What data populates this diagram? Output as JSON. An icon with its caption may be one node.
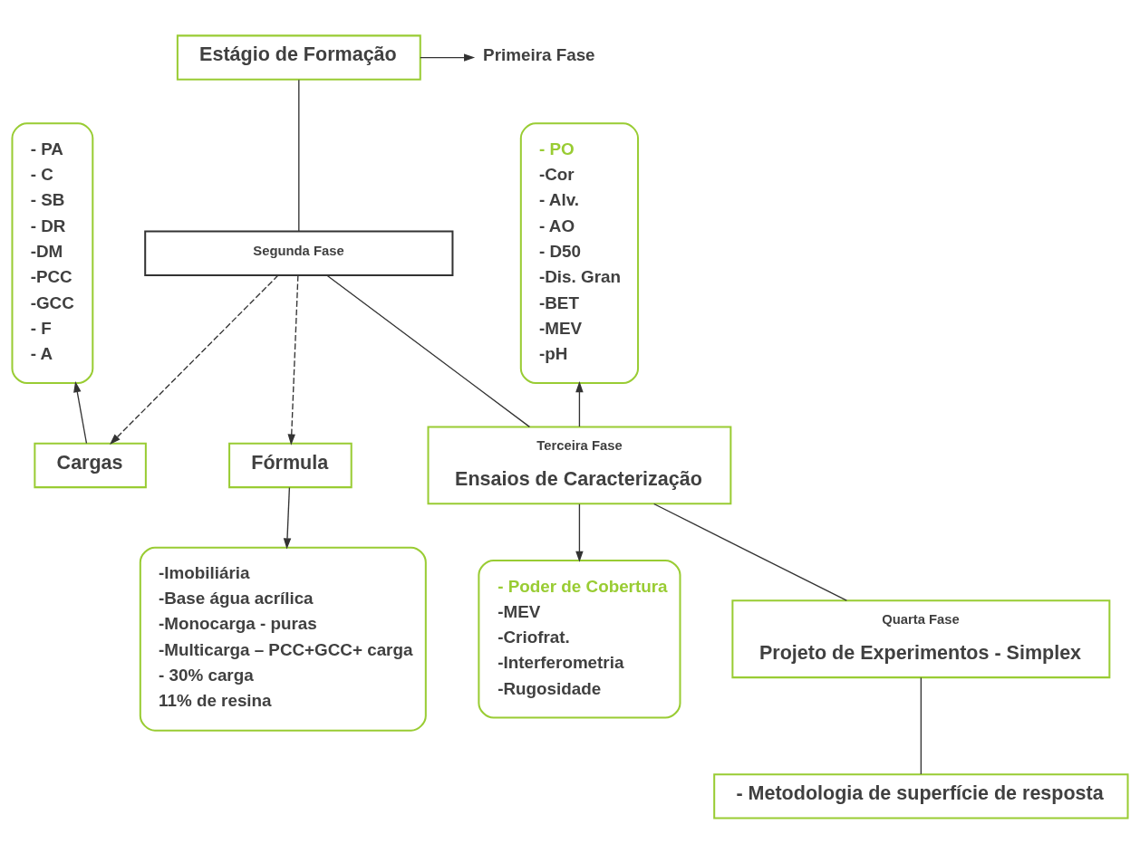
{
  "diagram": {
    "nodes": [
      {
        "text": [
          "Estágio de Formação"
        ]
      },
      {
        "text": [
          "Primeira Fase"
        ]
      },
      {
        "text": [
          "Segunda Fase"
        ]
      },
      {
        "text": [
          "Cargas"
        ]
      },
      {
        "text": [
          "Fórmula"
        ]
      },
      {
        "text": [
          "- PA",
          "- C",
          "- SB",
          "- DR",
          "-DM",
          "-PCC",
          "-GCC",
          "- F",
          "- A"
        ]
      },
      {
        "text": [
          "-Imobiliária",
          "-Base água acrílica",
          "-Monocarga - puras",
          "-Multicarga – PCC+GCC+ carga",
          "- 30% carga",
          "11% de resina"
        ]
      },
      {
        "text": [
          "Terceira Fase",
          "Ensaios de Caracterização"
        ]
      },
      {
        "text": [
          "- PO",
          "-Cor",
          "- Alv.",
          "- AO",
          "- D50",
          "-Dis. Gran",
          "-BET",
          "-MEV",
          "-pH"
        ]
      },
      {
        "text": [
          "- Poder de Cobertura",
          "-MEV",
          "-Criofrat.",
          "-Interferometria",
          "-Rugosidade"
        ]
      },
      {
        "text": [
          "Quarta Fase",
          "Projeto de Experimentos - Simplex"
        ]
      },
      {
        "text": [
          "- Metodologia de superfície de resposta"
        ]
      }
    ],
    "edges": [
      {
        "from": 0,
        "to": 1,
        "arrow": "to"
      },
      {
        "from": 0,
        "to": 2,
        "arrow": "none"
      },
      {
        "from": 2,
        "to": 3,
        "arrow": "to",
        "style": "dashed"
      },
      {
        "from": 2,
        "to": 4,
        "arrow": "to",
        "style": "dashed"
      },
      {
        "from": 3,
        "to": 5,
        "arrow": "to"
      },
      {
        "from": 4,
        "to": 6,
        "arrow": "to"
      },
      {
        "from": 2,
        "to": 7,
        "arrow": "none"
      },
      {
        "from": 7,
        "to": 8,
        "arrow": "to"
      },
      {
        "from": 7,
        "to": 9,
        "arrow": "to"
      },
      {
        "from": 7,
        "to": 10,
        "arrow": "none"
      },
      {
        "from": 10,
        "to": 11,
        "arrow": "none"
      }
    ]
  }
}
